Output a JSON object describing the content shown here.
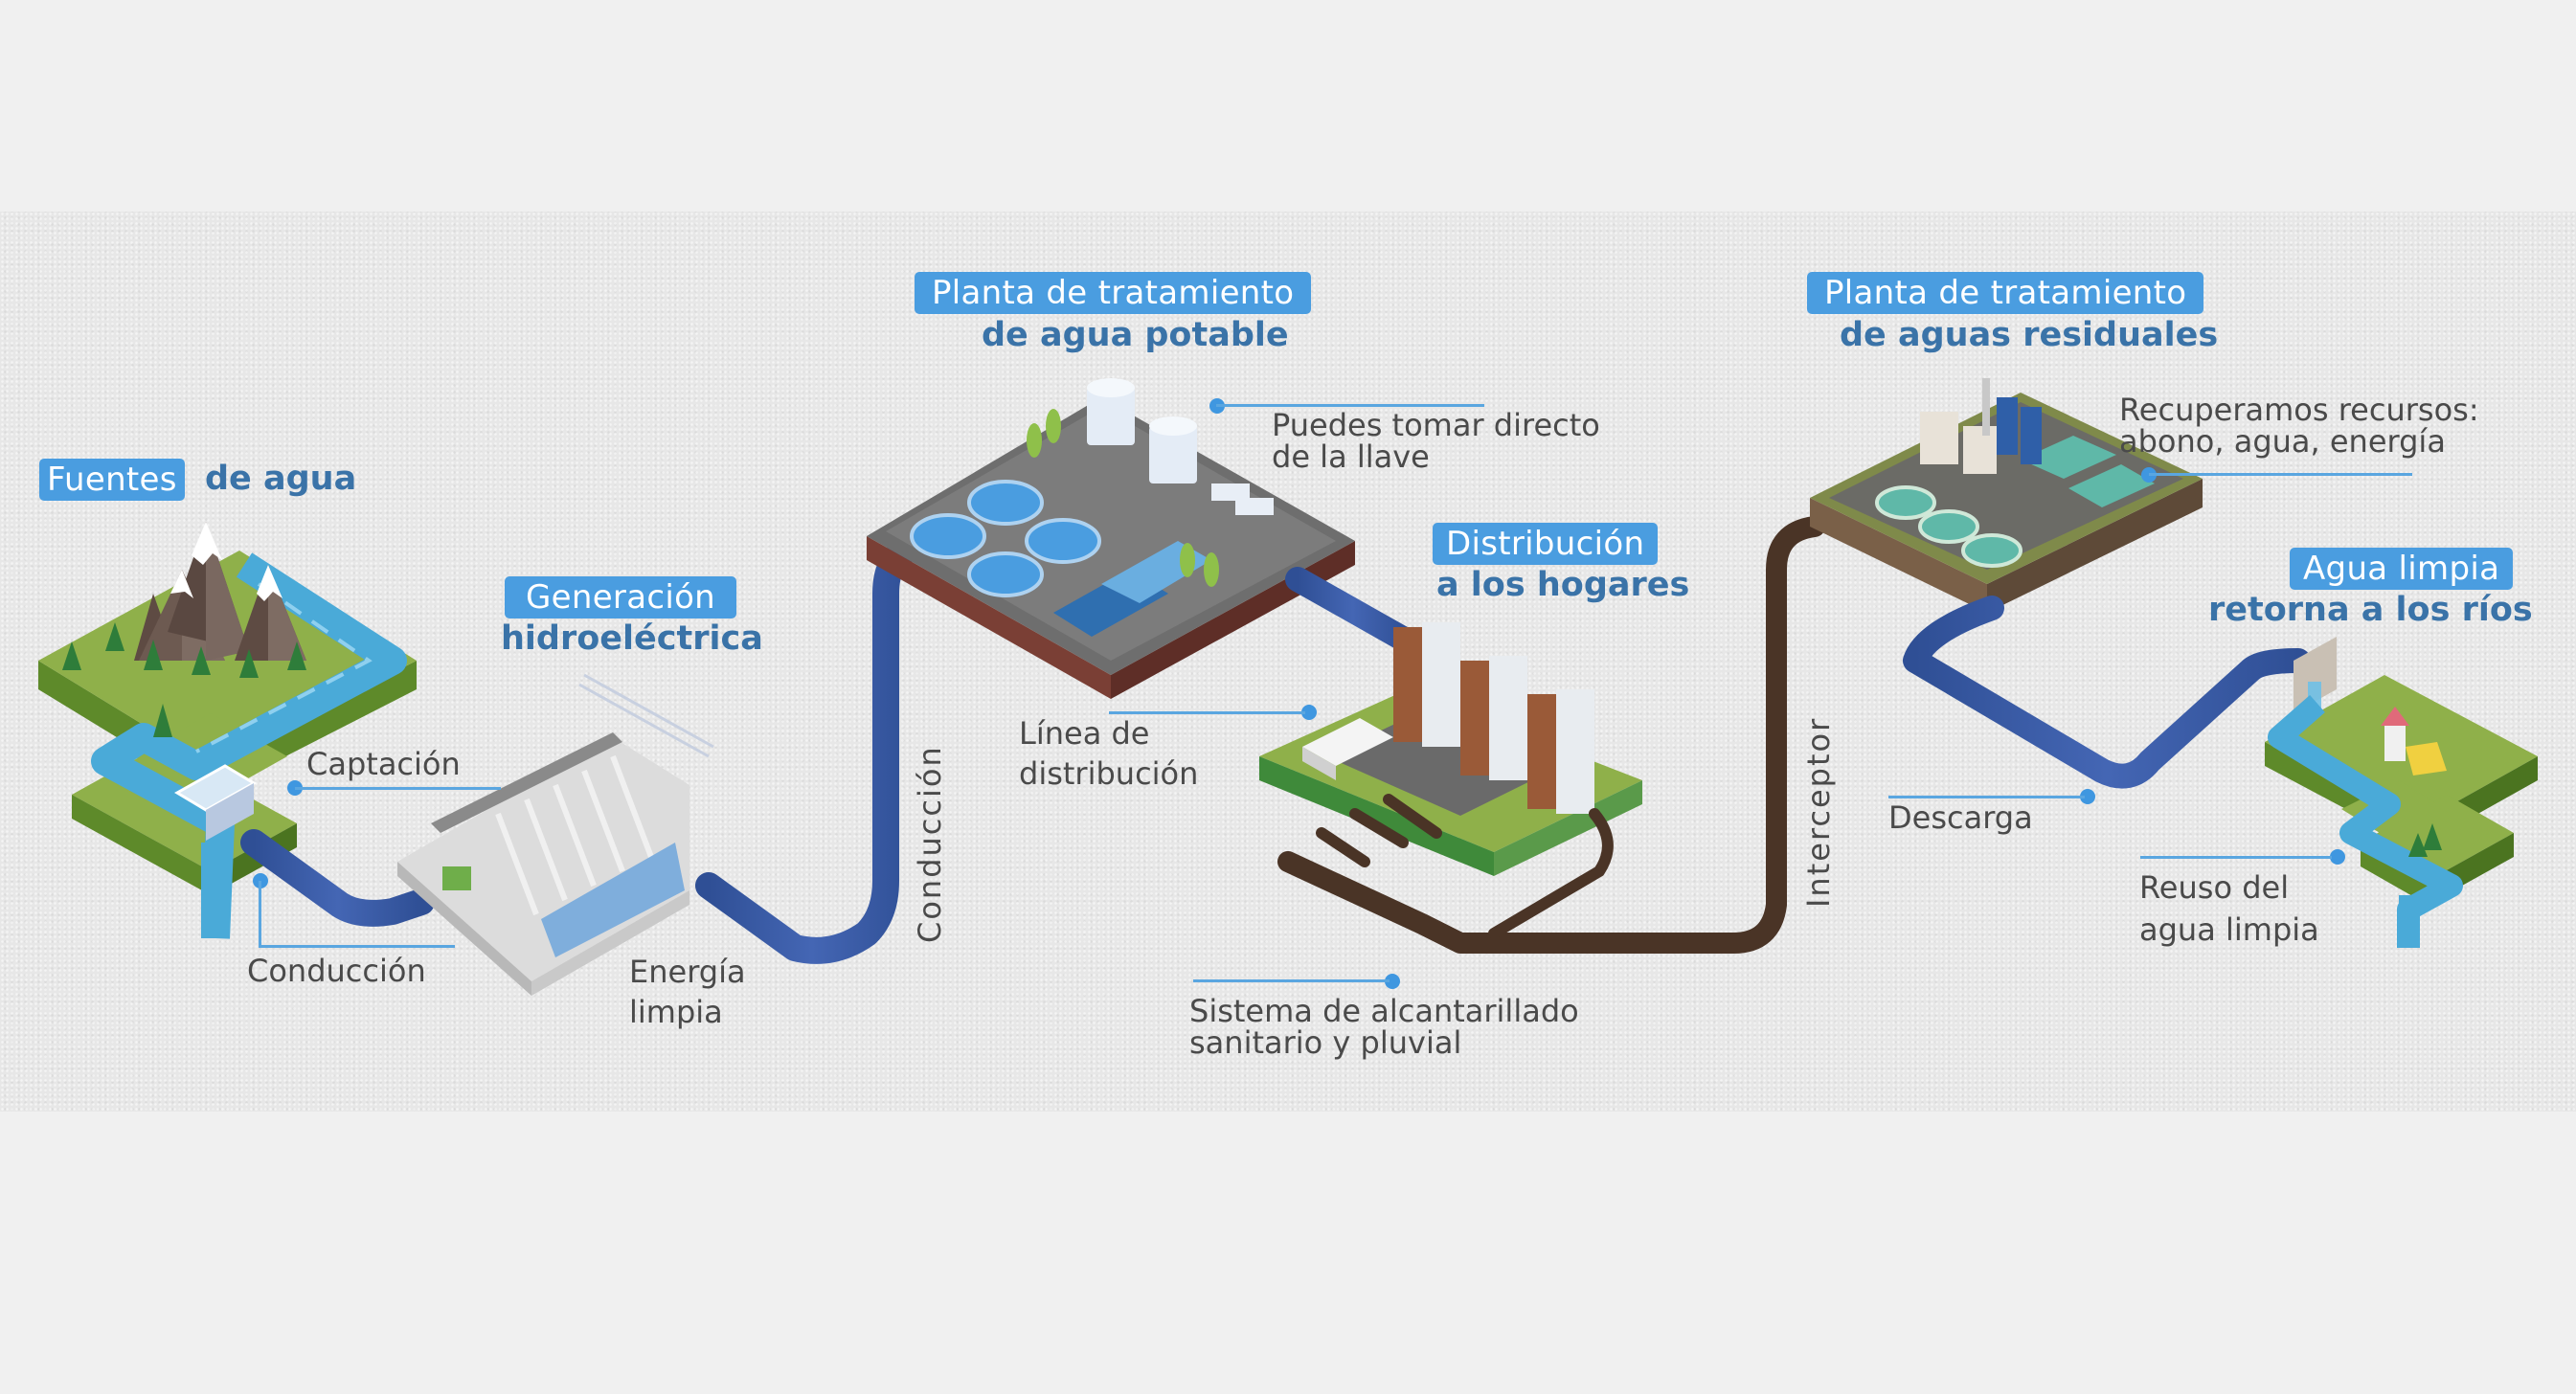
{
  "diagram": {
    "title_sections": [
      {
        "id": "fuentes",
        "highlight": "Fuentes",
        "rest": "de agua"
      },
      {
        "id": "generacion",
        "highlight": "Generación",
        "rest": "hidroeléctrica"
      },
      {
        "id": "potable",
        "highlight": "Planta de tratamiento",
        "rest": "de agua potable"
      },
      {
        "id": "distribucion",
        "highlight": "Distribución",
        "rest": "a los hogares"
      },
      {
        "id": "residuales",
        "highlight": "Planta de tratamiento",
        "rest": "de aguas residuales"
      },
      {
        "id": "agua-limpia",
        "highlight": "Agua limpia",
        "rest": "retorna a los ríos"
      }
    ],
    "annotations": {
      "captacion": "Captación",
      "conduccion_1": "Conducción",
      "energia": "Energía\nlimpia",
      "conduccion_2": "Conducción",
      "puedes_tomar": "Puedes tomar directo\nde la llave",
      "linea_distribucion": "Línea de\ndistribución",
      "alcantarillado": "Sistema de alcantarillado\nsanitario y pluvial",
      "interceptor": "Interceptor",
      "recuperamos": "Recuperamos recursos:\nabono, agua, energía",
      "descarga": "Descarga",
      "reuso": "Reuso del\nagua limpia"
    },
    "colors": {
      "label_box": "#4a9de0",
      "bold_text": "#3a73a8",
      "note_text": "#4a4a4a",
      "leader": "#5aa6e0",
      "clean_pipe": "#3b5fa8",
      "sewer_pipe": "#4a3426",
      "grass": "#8fb04a",
      "water": "#4aaad8"
    },
    "icons": [
      "mountain-landscape-icon",
      "intake-icon",
      "hydroelectric-dam-icon",
      "water-treatment-plant-icon",
      "houses-icon",
      "wastewater-plant-icon",
      "outfall-icon",
      "park-river-icon"
    ]
  }
}
